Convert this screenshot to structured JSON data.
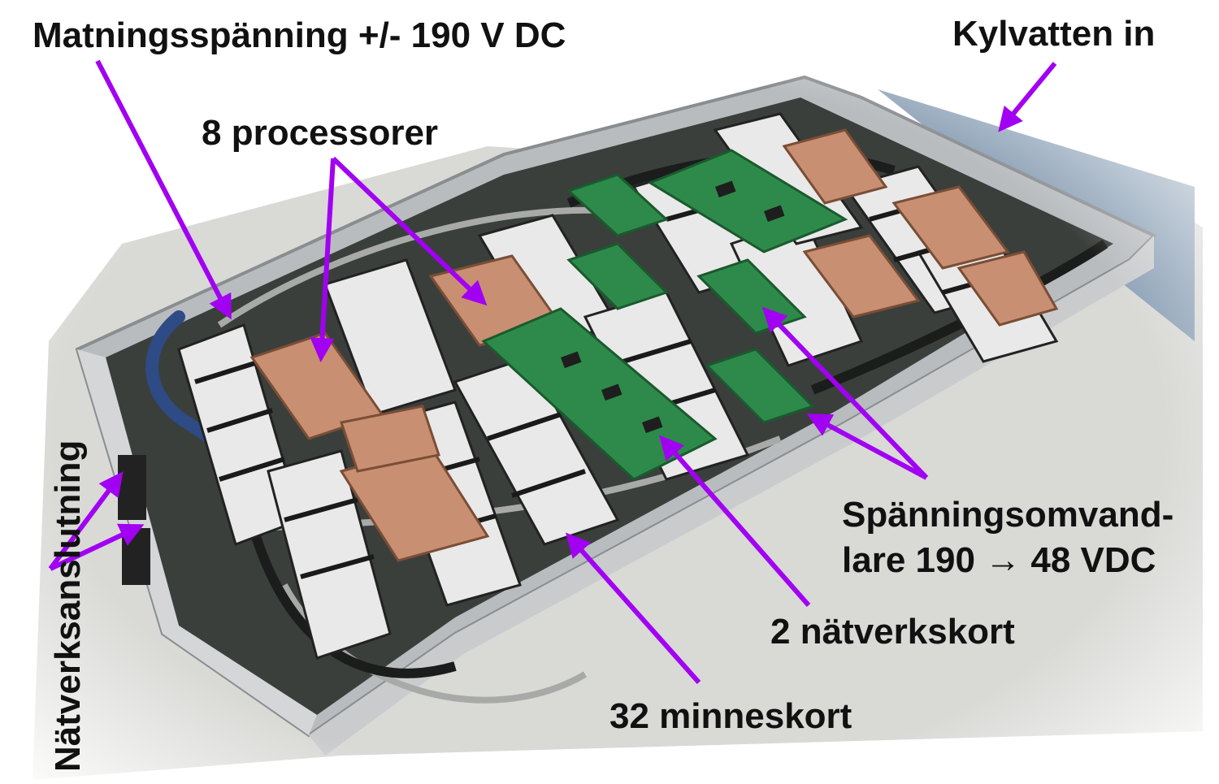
{
  "labels": {
    "power_supply": "Matningsspänning +/- 190 V DC",
    "cooling_water_in": "Kylvatten in",
    "processors": "8 processorer",
    "voltage_converters_line1": "Spänningsomvand-",
    "voltage_converters_line2": "lare 190 → 48 VDC",
    "network_cards": "2 nätverkskort",
    "memory_cards": "32 minneskort",
    "network_connection": "Nätverksanslutning"
  },
  "colors": {
    "arrow": "#a100f2",
    "copper": "#c98f72",
    "pcb_green": "#2e8a4a",
    "chassis": "#b9bcbf",
    "label_text": "#111111"
  }
}
